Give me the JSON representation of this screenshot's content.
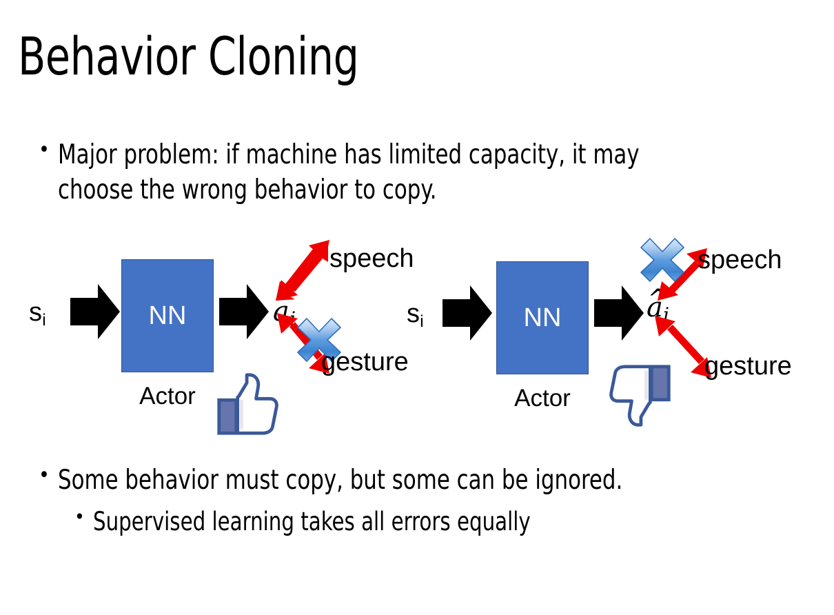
{
  "slide": {
    "title": "Behavior Cloning",
    "background_color": "#FFFFFF",
    "text_color": "#000000"
  },
  "bullets": {
    "top": {
      "marker": "•",
      "text": "Major problem: if machine has limited capacity, it may choose the wrong behavior to copy."
    },
    "bottom_1": {
      "marker": "•",
      "text": "Some behavior must copy, but some can be ignored."
    },
    "bottom_2": {
      "marker": "•",
      "text": "Supervised learning takes all errors equally"
    }
  },
  "colors": {
    "nn_box_fill": "#4472C4",
    "nn_box_border": "#2E5496",
    "nn_text": "#FFFFFF",
    "arrow_black": "#000000",
    "arrow_red": "#EE0000",
    "cross_blue_light": "#BFD9F2",
    "cross_blue_mid": "#5A9BE0",
    "cross_blue_dark": "#2E6FBF",
    "thumb_outline": "#3B5998",
    "thumb_fill": "#FFFFFF",
    "thumb_cuff": "#6676AD"
  },
  "diagram_left": {
    "state_label": "s",
    "state_sub": "i",
    "nn_label": "NN",
    "actor_label": "Actor",
    "action_label": "a",
    "action_sub": "i",
    "action_hat": "̂",
    "output_speech": "speech",
    "output_gesture": "gesture",
    "crossed_output": "gesture",
    "feedback_icon": "thumbs-up-icon",
    "feedback": "positive"
  },
  "diagram_right": {
    "state_label": "s",
    "state_sub": "i",
    "nn_label": "NN",
    "actor_label": "Actor",
    "action_label": "a",
    "action_sub": "i",
    "action_hat": "̂",
    "output_speech": "speech",
    "output_gesture": "gesture",
    "crossed_output": "speech",
    "feedback_icon": "thumbs-down-icon",
    "feedback": "negative"
  }
}
